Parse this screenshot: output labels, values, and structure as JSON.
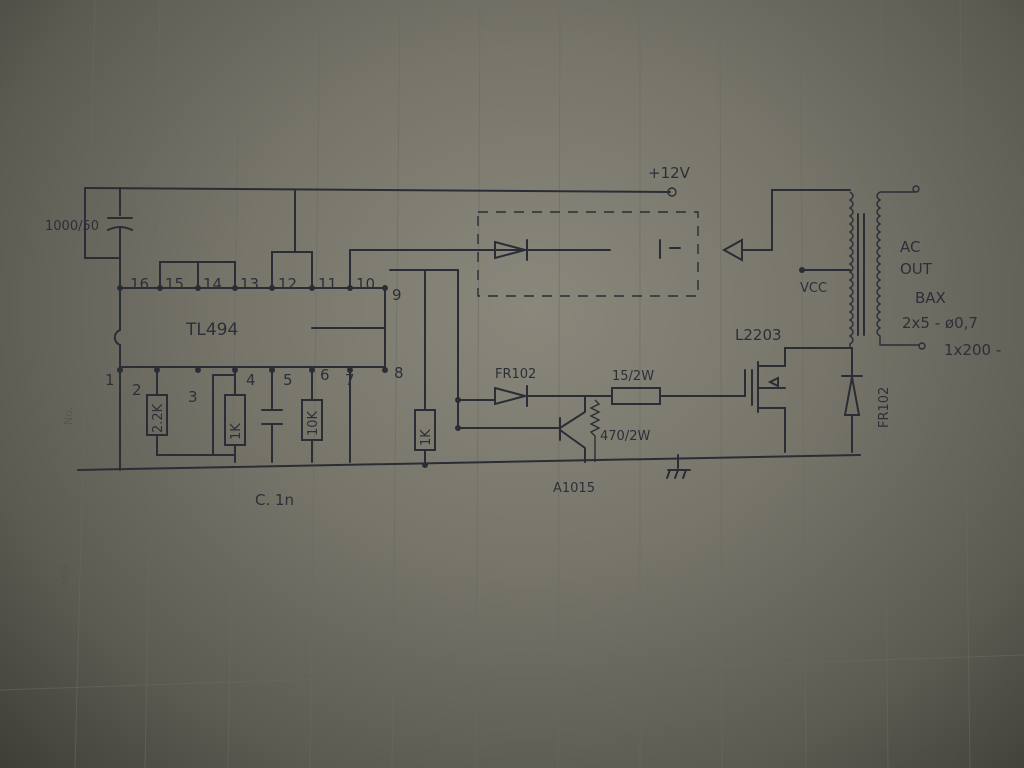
{
  "supply": {
    "label": "+12V",
    "capacitor": "1000/50"
  },
  "ic": {
    "name": "TL494",
    "pins": [
      "1",
      "2",
      "3",
      "4",
      "5",
      "6",
      "7",
      "8",
      "9",
      "10",
      "11",
      "12",
      "13",
      "14",
      "15",
      "16"
    ]
  },
  "components": {
    "r_pin2": "2.2K",
    "r_pin4": "1K",
    "r_pin6": "10K",
    "cap_timing": "C. 1n",
    "r_base": "1K",
    "diode1": "FR102",
    "r_gate": "15/2W",
    "r_pull": "470/2W",
    "transistor": "A1015",
    "mosfet": "L2203",
    "vcc": "VCC",
    "diode2": "FR102"
  },
  "output": {
    "line1": "AC",
    "line2": "OUT",
    "core": "BAX",
    "primary": "2x5 - ø0,7",
    "secondary": "1x200 -"
  },
  "page_labels": {
    "no": "No.",
    "date": "Date"
  }
}
